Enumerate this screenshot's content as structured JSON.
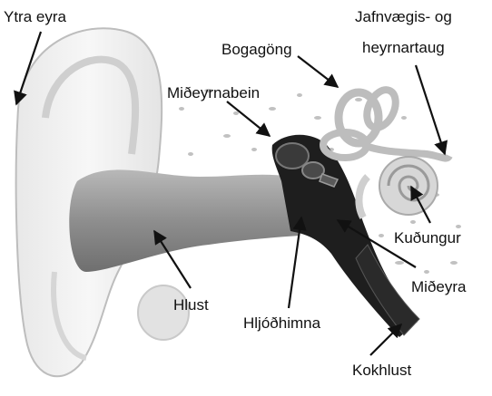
{
  "labels": {
    "outer_ear": "Ytra eyra",
    "semicircular_canals": "Bogagöng",
    "nerve_line1": "Jafnvægis- og",
    "nerve_line2": "heyrnartaug",
    "ossicles": "Miðeyrnabein",
    "cochlea": "Kuðungur",
    "middle_ear": "Miðeyra",
    "ear_canal": "Hlust",
    "eardrum": "Hljóðhimna",
    "eustachian_tube": "Kokhlust"
  },
  "colors": {
    "skin": "#f1f1f1",
    "skin_shadow": "#d2d2d2",
    "canal": "#8a8a8a",
    "canal_dark": "#6b6b6b",
    "middle_ear": "#1e1e1e",
    "inner_ear": "#cfcfcf",
    "speckle": "#a8a8a8",
    "arrow": "#111111"
  }
}
